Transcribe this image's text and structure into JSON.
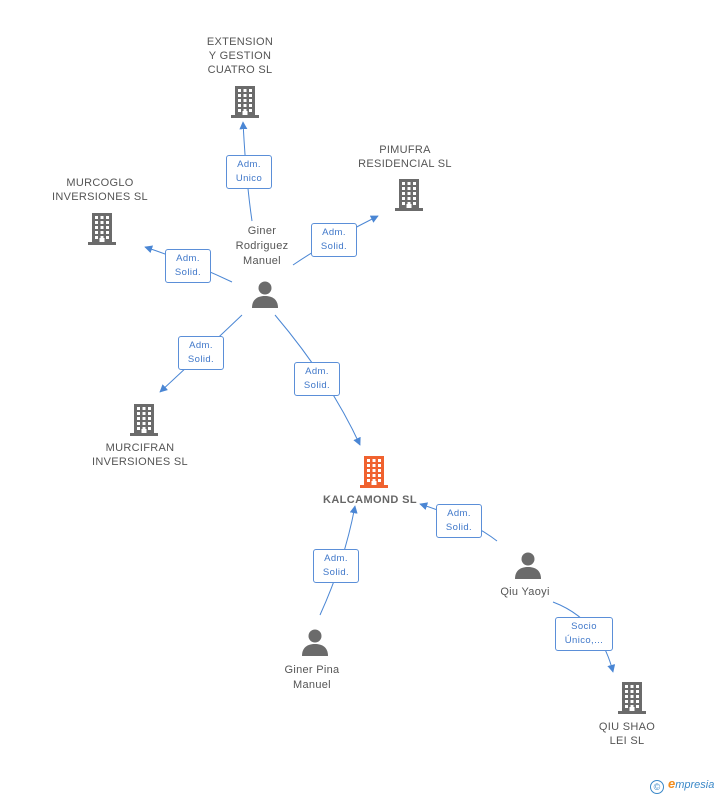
{
  "nodes": {
    "extension": {
      "lines": [
        "EXTENSION",
        "Y GESTION",
        "CUATRO SL"
      ],
      "kind": "company"
    },
    "pimufra": {
      "lines": [
        "PIMUFRA",
        "RESIDENCIAL SL"
      ],
      "kind": "company"
    },
    "murcoglo": {
      "lines": [
        "MURCOGLO",
        "INVERSIONES SL"
      ],
      "kind": "company"
    },
    "giner_rodriguez": {
      "lines": [
        "Giner",
        "Rodriguez",
        "Manuel"
      ],
      "kind": "person"
    },
    "murcifran": {
      "lines": [
        "MURCIFRAN",
        "INVERSIONES SL"
      ],
      "kind": "company"
    },
    "kalcamond": {
      "lines": [
        "KALCAMOND SL"
      ],
      "kind": "company-main"
    },
    "qiu_yaoyi": {
      "lines": [
        "Qiu Yaoyi"
      ],
      "kind": "person"
    },
    "giner_pina": {
      "lines": [
        "Giner Pina",
        "Manuel"
      ],
      "kind": "person"
    },
    "qiu_shao": {
      "lines": [
        "QIU SHAO",
        "LEI SL"
      ],
      "kind": "company"
    }
  },
  "edges": [
    {
      "from": "giner_rodriguez",
      "to": "extension",
      "lines": [
        "Adm.",
        "Unico"
      ]
    },
    {
      "from": "giner_rodriguez",
      "to": "pimufra",
      "lines": [
        "Adm.",
        "Solid."
      ]
    },
    {
      "from": "giner_rodriguez",
      "to": "murcoglo",
      "lines": [
        "Adm.",
        "Solid."
      ]
    },
    {
      "from": "giner_rodriguez",
      "to": "murcifran",
      "lines": [
        "Adm.",
        "Solid."
      ]
    },
    {
      "from": "giner_rodriguez",
      "to": "kalcamond",
      "lines": [
        "Adm.",
        "Solid."
      ]
    },
    {
      "from": "qiu_yaoyi",
      "to": "kalcamond",
      "lines": [
        "Adm.",
        "Solid."
      ]
    },
    {
      "from": "giner_pina",
      "to": "kalcamond",
      "lines": [
        "Adm.",
        "Solid."
      ]
    },
    {
      "from": "qiu_yaoyi",
      "to": "qiu_shao",
      "lines": [
        "Socio",
        "Único,..."
      ]
    }
  ],
  "credit": {
    "symbol": "©",
    "brand_initial": "e",
    "brand_rest": "mpresia"
  },
  "colors": {
    "edge": "#4a86d4",
    "company": "#6b6b6b",
    "main_company": "#f0622f",
    "person": "#6b6b6b"
  }
}
